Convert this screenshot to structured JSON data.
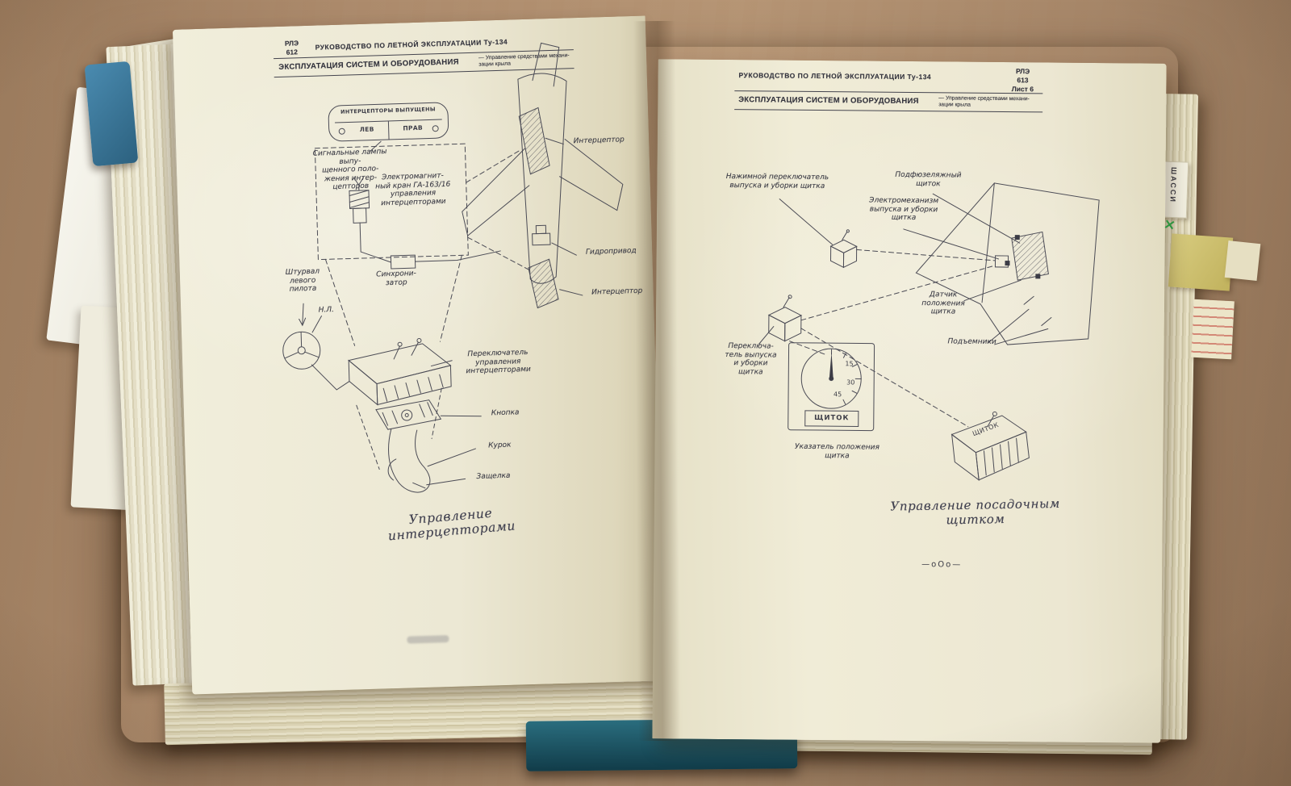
{
  "colors": {
    "table": "#b29474",
    "page": "#ece8d4",
    "cover_blue": "#2f6583",
    "cover_teal": "#1c5666",
    "ink": "#3c3c46",
    "green_mark": "#2f9440"
  },
  "left_page": {
    "header": {
      "code": "РЛЭ\n612",
      "title": "РУКОВОДСТВО ПО ЛЕТНОЙ ЭКСПЛУАТАЦИИ Ту-134",
      "section": "ЭКСПЛУАТАЦИЯ СИСТЕМ И ОБОРУДОВАНИЯ",
      "note": "— Управление средствами механи-\nзации крыла"
    },
    "signal_panel": {
      "title": "ИНТЕРЦЕПТОРЫ ВЫПУЩЕНЫ",
      "left": "ЛЕВ",
      "right": "ПРАВ"
    },
    "labels": {
      "lamps": "Сигнальные лампы выпу-\nщенного поло-\nжения интер-\nцепторов",
      "valve": "Электромагнит-\nный кран ГА-163/16\nуправления\nинтерцепторами",
      "synchronizer": "Синхрони-\nзатор",
      "wheel": "Штурвал\nлевого\nпилота",
      "nl": "Н.Л.",
      "interceptor_top": "Интерцептор",
      "hydraulic": "Гидропривод",
      "interceptor_bottom": "Интерцептор",
      "switch": "Переключатель\nуправления\nинтерцепторами",
      "button": "Кнопка",
      "trigger": "Курок",
      "latch": "Защелка"
    },
    "caption": "Управление интерцепторами"
  },
  "right_page": {
    "header": {
      "title": "РУКОВОДСТВО ПО ЛЕТНОЙ ЭКСПЛУАТАЦИИ Ту-134",
      "code": "РЛЭ\n613\nЛист 6",
      "section": "ЭКСПЛУАТАЦИЯ СИСТЕМ И ОБОРУДОВАНИЯ",
      "note": "— Управление средствами механи-\nзации крыла"
    },
    "labels": {
      "push_switch": "Нажимной переключатель\nвыпуска и уборки щитка",
      "fuselage_flap": "Подфюзеляжный\nщиток",
      "electromechanism": "Электромеханизм\nвыпуска и уборки\nщитка",
      "sensor": "Датчик\nположения\nщитка",
      "lifters": "Подъемники",
      "flap_switch": "Переключа-\nтель выпуска\nи уборки\nщитка",
      "indicator_caption": "Указатель положения\nщитка"
    },
    "gauge": {
      "ticks": [
        "15",
        "30",
        "45"
      ],
      "label": "ЩИТОК"
    },
    "box_label": "ЩИТОК",
    "end_mark": "—оОо—",
    "caption": "Управление посадочным щитком"
  },
  "tabs": {
    "shassi": "ШАССИ"
  },
  "marks": {
    "green_x": "×"
  }
}
